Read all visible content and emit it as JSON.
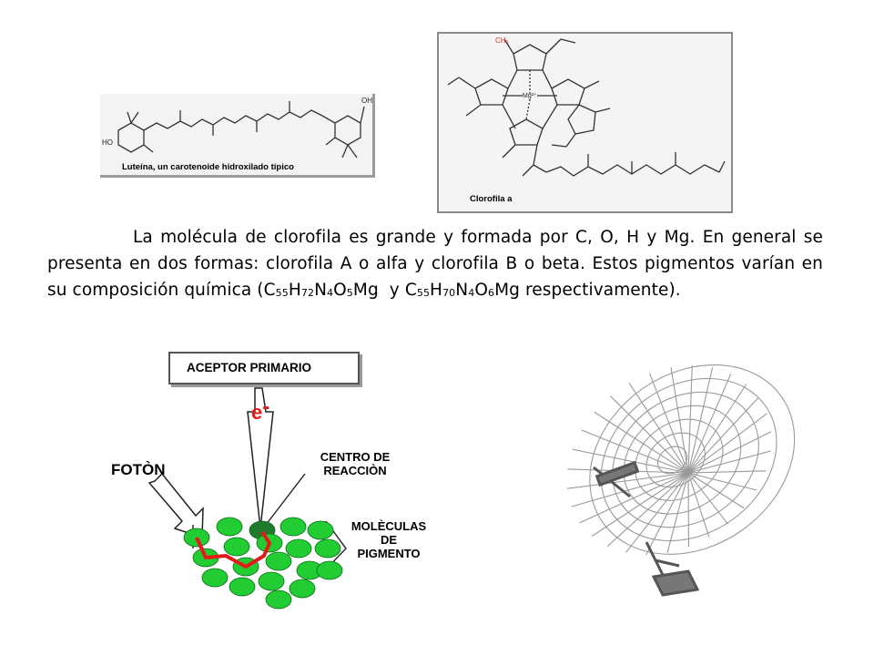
{
  "lutein_figure": {
    "caption": "Luteína, un carotenoide hidroxilado típico",
    "hydroxyl_left": "HO",
    "hydroxyl_right": "OH"
  },
  "chlorophyll_figure": {
    "caption": "Clorofila a",
    "highlight_group": "CH₃",
    "metal_center": "Mg²⁺",
    "highlight_color": "#e03030"
  },
  "paragraph": {
    "sentence_1": "La molécula de clorofila es grande y formada por C, O, H y Mg. En general se presenta en dos formas: clorofila A o alfa y clorofila B o beta. Estos pigmentos varían en su composición química (",
    "formula_a": {
      "c": "C",
      "c_n": "55",
      "h": "H",
      "h_n": "72",
      "n": "N",
      "n_n": "4",
      "o": "O",
      "o_n": "5",
      "mg": "Mg"
    },
    "between": "  y ",
    "formula_b": {
      "c": "C",
      "c_n": "55",
      "h": "H",
      "h_n": "70",
      "n": "N",
      "n_n": "4",
      "o": "O",
      "o_n": "6",
      "mg": "Mg"
    },
    "ending": " respectivamente)."
  },
  "reaction_diagram": {
    "acceptor_label": "ACEPTOR PRIMARIO",
    "electron_symbol": "e",
    "electron_charge": "-",
    "photon_label": "FOTÒN",
    "reaction_center_line1": "CENTRO DE",
    "reaction_center_line2": "REACCIÒN",
    "pigment_line1": "MOLÈCULAS",
    "pigment_line2": "DE",
    "pigment_line3": "PIGMENTO",
    "pigment_color": "#22cc33",
    "center_color": "#1f7a2a",
    "path_color": "#e41a1a"
  }
}
